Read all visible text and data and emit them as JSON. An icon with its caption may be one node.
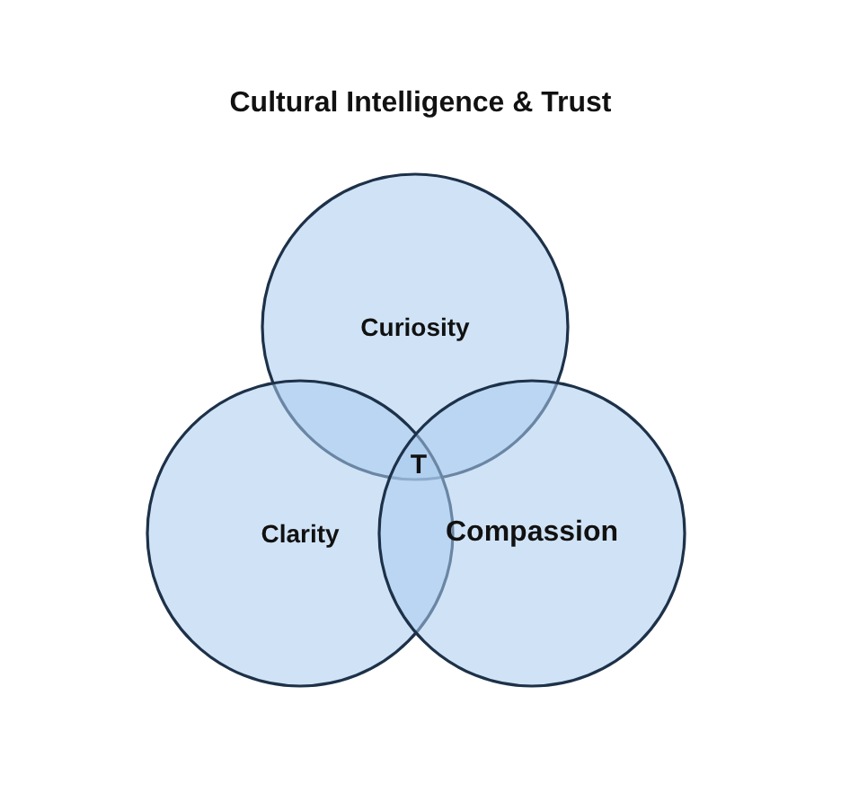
{
  "diagram": {
    "title": "Cultural Intelligence & Trust",
    "nodes": [
      {
        "text": [
          "Curiosity"
        ]
      },
      {
        "text": [
          "Clarity"
        ]
      },
      {
        "text": [
          "Compassion"
        ]
      }
    ],
    "labels": [
      "T"
    ]
  }
}
